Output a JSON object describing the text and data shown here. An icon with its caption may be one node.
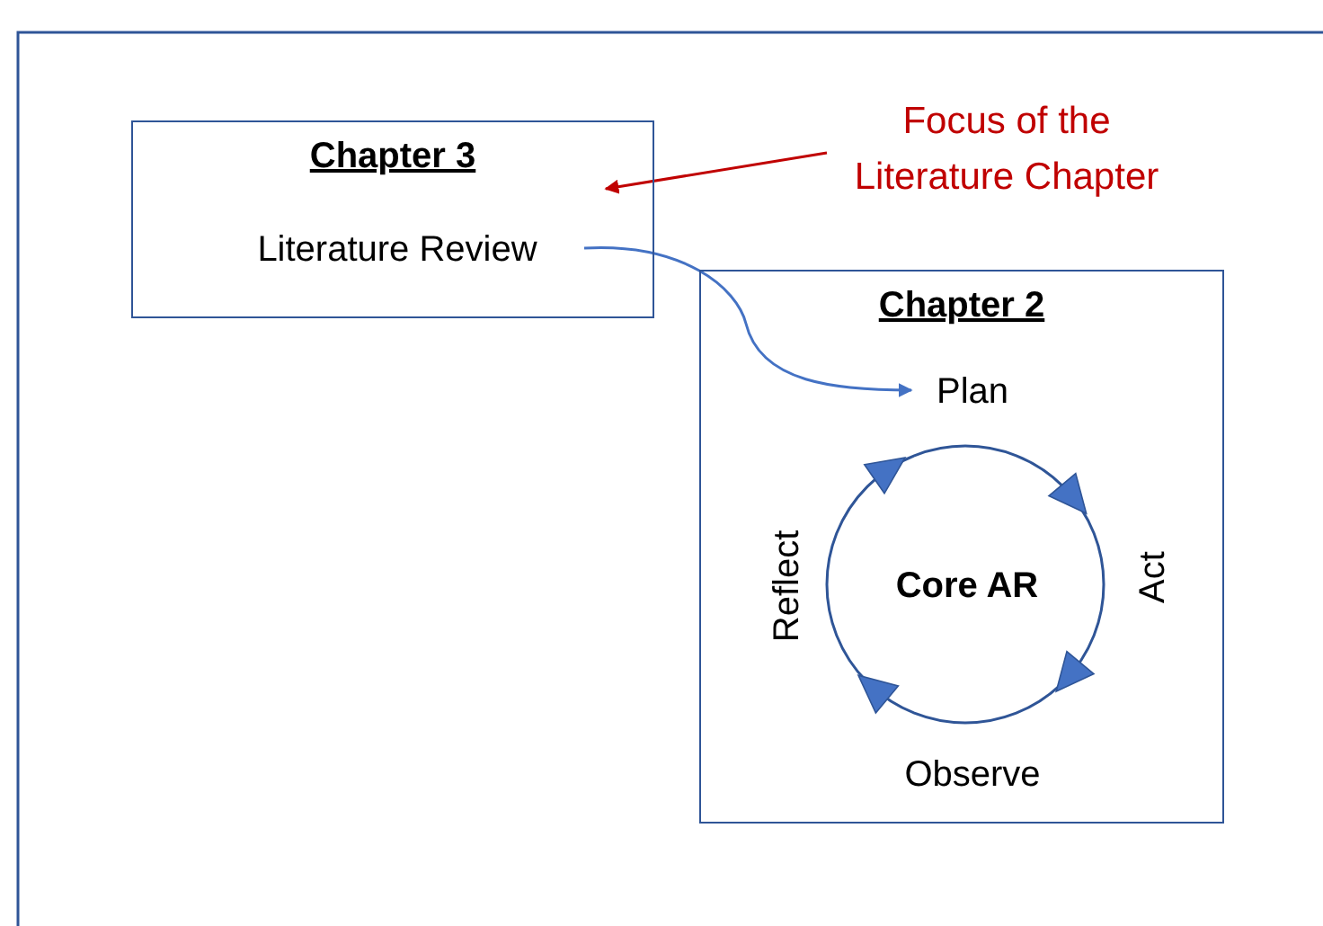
{
  "diagram": {
    "nodes": [
      {
        "text": [
          "Chapter 3"
        ]
      },
      {
        "text": [
          "Literature Review"
        ],
        "in": 0
      },
      {
        "text": [
          "Focus of the Literature Chapter"
        ]
      },
      {
        "text": [
          "Chapter 2"
        ]
      },
      {
        "text": [
          "Plan"
        ],
        "in": 3
      },
      {
        "text": [
          "Core AR"
        ],
        "in": 3
      },
      {
        "text": [
          "Act"
        ],
        "in": 3
      },
      {
        "text": [
          "Observe"
        ],
        "in": 3
      },
      {
        "text": [
          "Reflect"
        ],
        "in": 3
      }
    ],
    "edges": [
      {
        "from": 2,
        "to": 0,
        "arrow": "to",
        "color": "#c00000"
      },
      {
        "from": 1,
        "to": 4,
        "arrow": "to",
        "color": "#4472c4"
      }
    ]
  }
}
